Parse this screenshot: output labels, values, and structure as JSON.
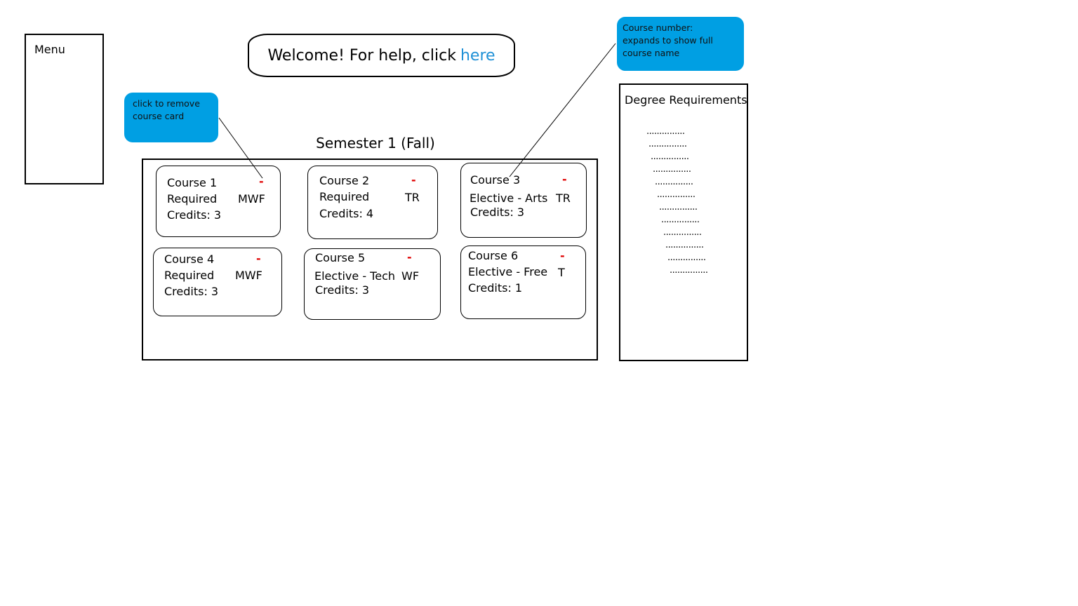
{
  "menu": {
    "label": "Menu"
  },
  "welcome": {
    "text": "Welcome! For help, click",
    "link": "here"
  },
  "callouts": {
    "remove": {
      "line1": "click to remove",
      "line2": "course card"
    },
    "number": {
      "line1": "Course number:",
      "line2": "expands to show full",
      "line3": "course name"
    }
  },
  "semester": {
    "title": "Semester 1 (Fall)",
    "remove_symbol": "-",
    "courses": [
      {
        "name": "Course 1",
        "type": "Required",
        "days": "MWF",
        "credits": "Credits: 3"
      },
      {
        "name": "Course 2",
        "type": "Required",
        "days": "TR",
        "credits": "Credits:  4"
      },
      {
        "name": "Course  3",
        "type": "Elective - Arts",
        "days": "TR",
        "credits": "Credits: 3"
      },
      {
        "name": "Course  4",
        "type": "Required",
        "days": "MWF",
        "credits": "Credits: 3"
      },
      {
        "name": "Course  5",
        "type": "Elective - Tech",
        "days": "WF",
        "credits": "Credits: 3"
      },
      {
        "name": "Course 6",
        "type": "Elective - Free",
        "days": "T",
        "credits": "Credits:  1"
      }
    ]
  },
  "degree_requirements": {
    "title": "Degree Requirements",
    "placeholder_rows": [
      "...............",
      "...............",
      "...............",
      "...............",
      "...............",
      "...............",
      "...............",
      "...............",
      "...............",
      "...............",
      "...............",
      "..............."
    ]
  },
  "colors": {
    "callout": "#009fe3",
    "link": "#1e90d6",
    "remove": "#e00000"
  }
}
